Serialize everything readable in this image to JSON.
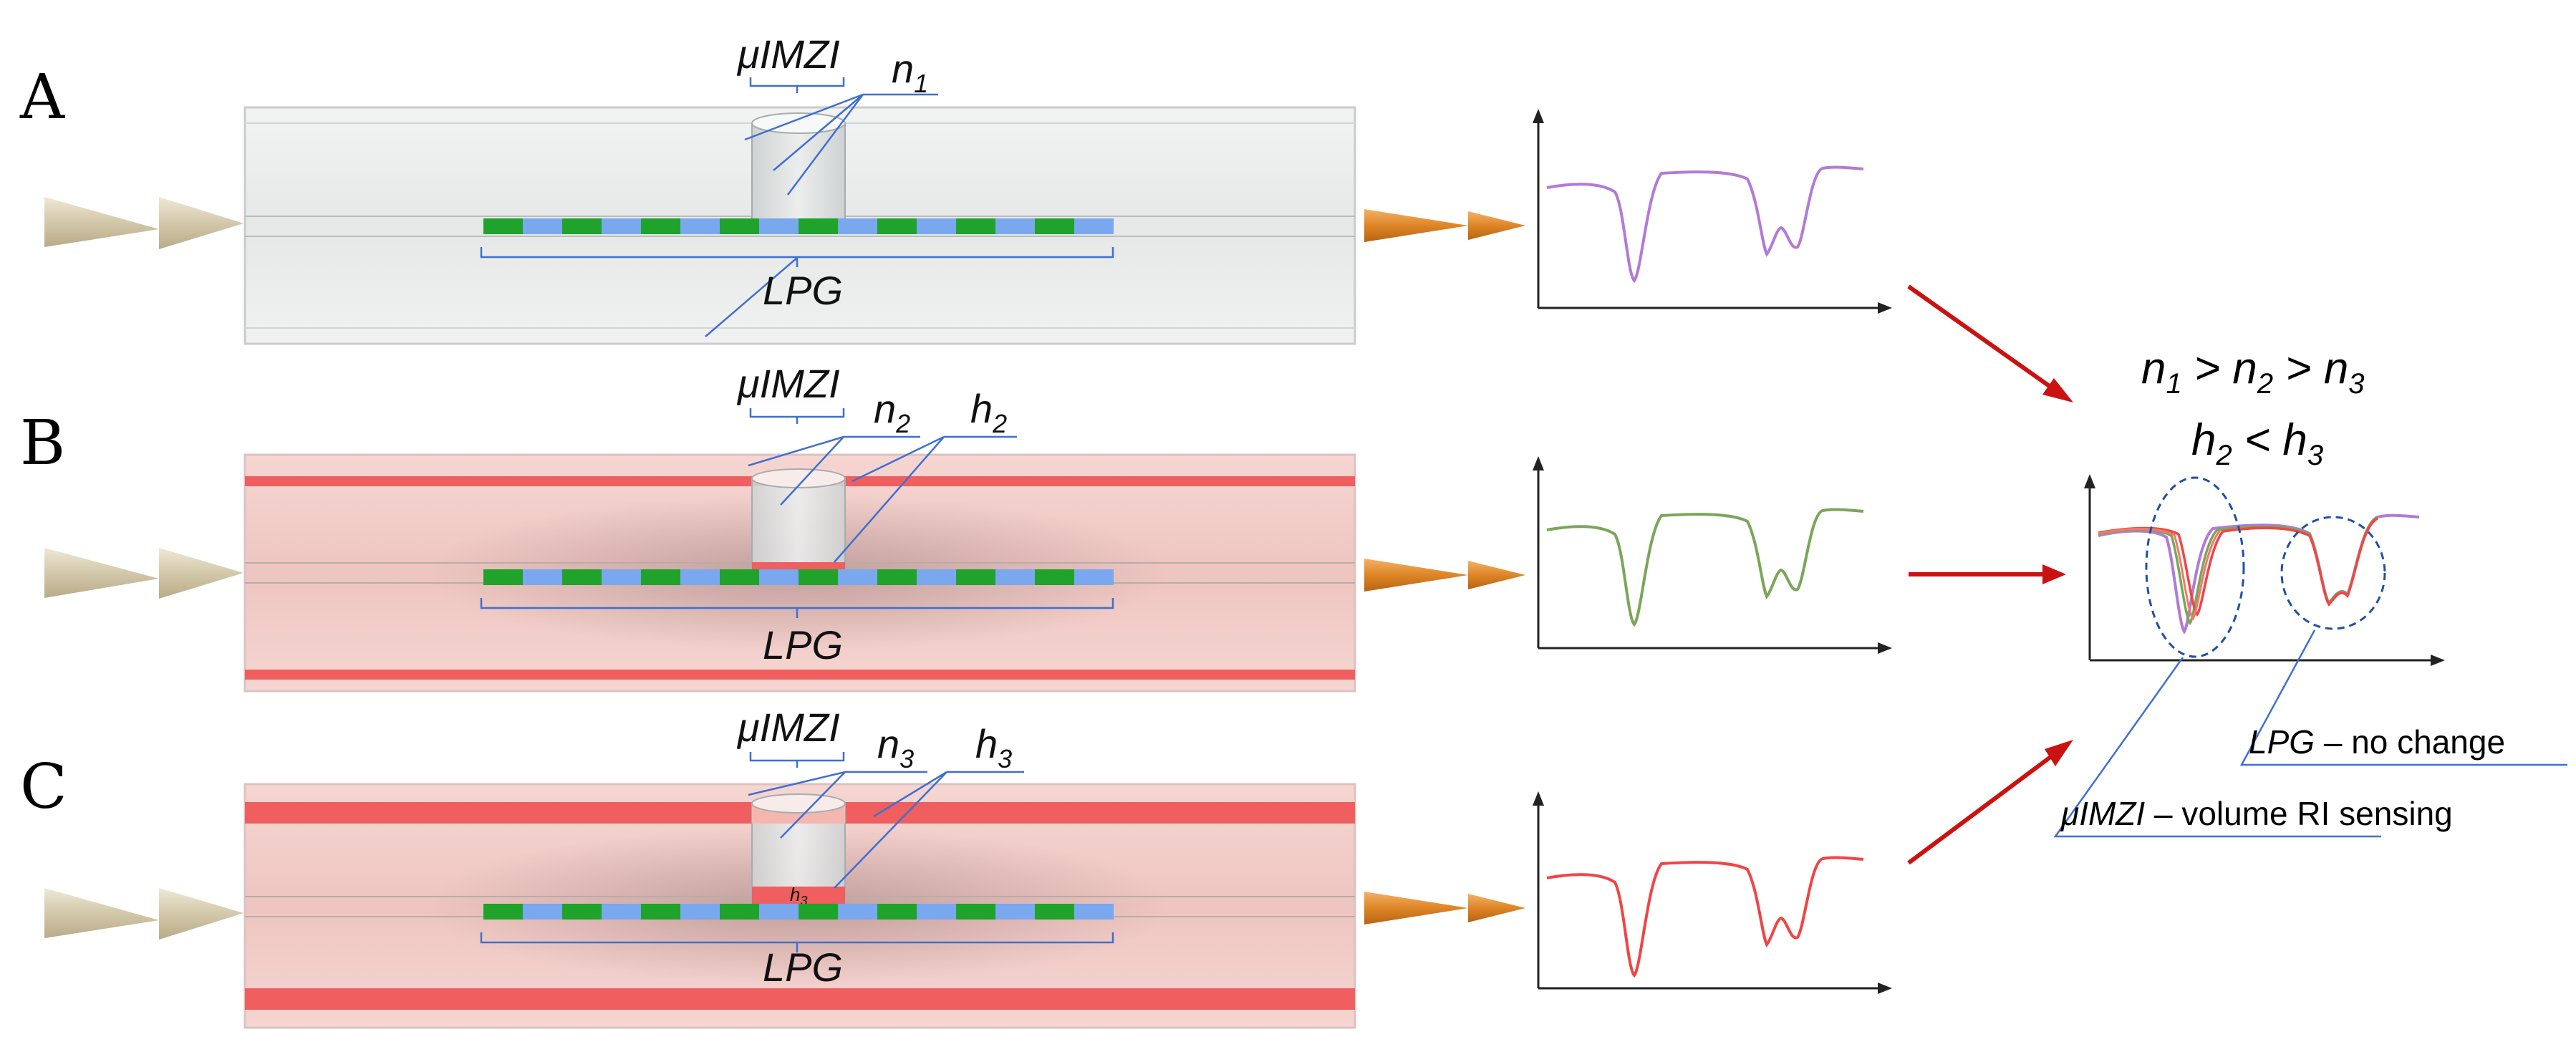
{
  "panels": [
    {
      "letter": "A",
      "mizi_label": "μIMZI",
      "n_label": "n",
      "n_sub": "1",
      "h_label": "",
      "h_sub": "",
      "lpg_label": "LPG",
      "spectrum_color": "#b27ad6",
      "overlay_color": "",
      "overlay_level": 0
    },
    {
      "letter": "B",
      "mizi_label": "μIMZI",
      "n_label": "n",
      "n_sub": "2",
      "h_label": "h",
      "h_sub": "2",
      "lpg_label": "LPG",
      "spectrum_color": "#7aa65a",
      "overlay_color": "#ef5f5f",
      "overlay_level": 1
    },
    {
      "letter": "C",
      "mizi_label": "μIMZI",
      "n_label": "n",
      "n_sub": "3",
      "h_label": "h",
      "h_sub": "3",
      "h_inner_label": "h",
      "h_inner_sub": "3",
      "lpg_label": "LPG",
      "spectrum_color": "#f04545",
      "overlay_color": "#ef5f5f",
      "overlay_level": 2
    }
  ],
  "result": {
    "relation_n": {
      "n1": "n",
      "s1": "1",
      "op1": " > ",
      "n2": "n",
      "s2": "2",
      "op2": " > ",
      "n3": "n",
      "s3": "3"
    },
    "relation_h": {
      "h2": "h",
      "s2": "2",
      "op": " < ",
      "h3": "h",
      "s3": "3"
    },
    "lpg_note_italic": "LPG",
    "lpg_note_rest": " – no change",
    "mizi_note_italic": "μIMZI",
    "mizi_note_rest": " – volume RI sensing",
    "combined_series_colors": [
      "#b27ad6",
      "#f07a6a",
      "#f04545",
      "#7aa65a"
    ]
  },
  "colors": {
    "grating_green": "#1fa32a",
    "grating_blue": "#79a8ef",
    "overlay_red": "#ef5f5f",
    "arrow_red": "#cc1111",
    "input_arrow": "#d8cdb0",
    "output_arrow": "#e08a2a",
    "leader_blue": "#3f6fd0"
  }
}
